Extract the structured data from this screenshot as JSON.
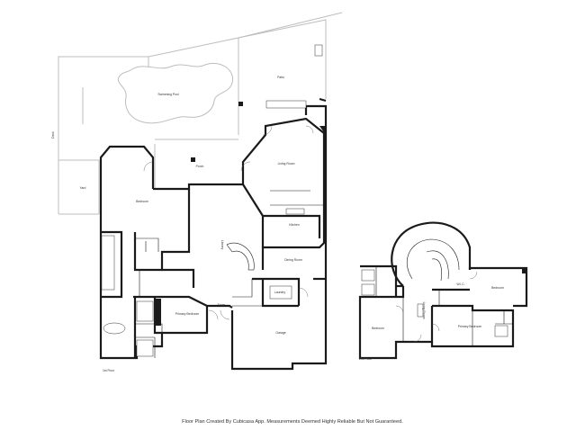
{
  "rooms": {
    "swimming_pool": "Swimming Pool",
    "patio": "Patio",
    "deck": "Deck",
    "yard": "Yard",
    "porch": "Porch",
    "bedroom_1": "Bedroom",
    "living_room": "Living Room",
    "kitchen": "Kitchen",
    "library": "Library",
    "dining_room": "Dining Room",
    "primary_bedroom_1": "Primary Bedroom",
    "laundry": "Laundry",
    "garage": "Garage",
    "foyer": "Foyer",
    "living_room_2": "Living Room",
    "wic": "W.I.C.",
    "bedroom_2": "Bedroom",
    "bedroom_3": "Bedroom",
    "primary_bedroom_2": "Primary Bedroom"
  },
  "floors": {
    "first": "1st Floor",
    "second": "2nd Floor"
  },
  "footer": "Floor Plan Created By Cubicasa App. Measurements Deemed Highly Reliable But Not Guaranteed."
}
